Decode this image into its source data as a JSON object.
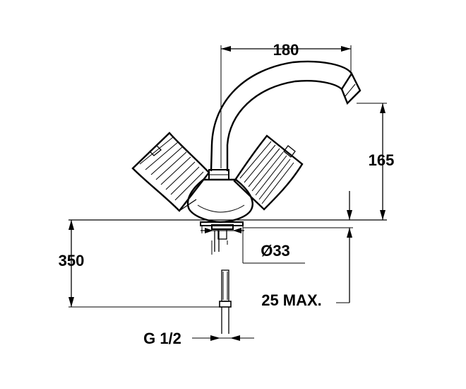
{
  "dimensions": {
    "spout_reach": "180",
    "spout_height": "165",
    "base_diameter": "Ø33",
    "deck_thickness_max": "25 MAX.",
    "total_height_below": "350",
    "connection_thread": "G 1/2"
  }
}
